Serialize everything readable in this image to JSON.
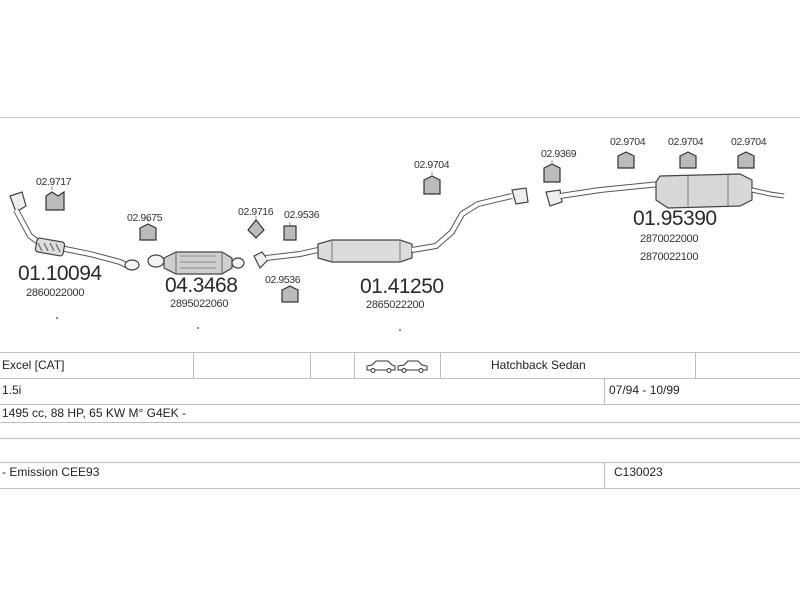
{
  "diagram": {
    "parts": [
      {
        "id": "part1",
        "number": "01.10094",
        "oe": "2860022000"
      },
      {
        "id": "part2",
        "number": "04.3468",
        "oe": "2895022060"
      },
      {
        "id": "part3",
        "number": "01.41250",
        "oe": "2865022200"
      },
      {
        "id": "part4",
        "number": "01.95390",
        "oe": "2870022000",
        "oe2": "2870022100"
      }
    ],
    "fittings": {
      "f1": "02.9717",
      "f2": "02.9675",
      "f3": "02.9716",
      "f4": "02.9536",
      "f5": "02.9536",
      "f6": "02.9704",
      "f7": "02.9369",
      "f8": "02.9704",
      "f9": "02.9704",
      "f10": "02.9704"
    }
  },
  "table": {
    "model": "Excel  [CAT]",
    "body_type": "Hatchback Sedan",
    "engine": "1.5i",
    "years": "07/94 - 10/99",
    "engine_details": "1495 cc, 88 HP, 65 KW M° G4EK -",
    "emission": "- Emission CEE93",
    "code": "C130023"
  },
  "icons": [
    "hatchback-car-icon",
    "sedan-car-icon"
  ]
}
